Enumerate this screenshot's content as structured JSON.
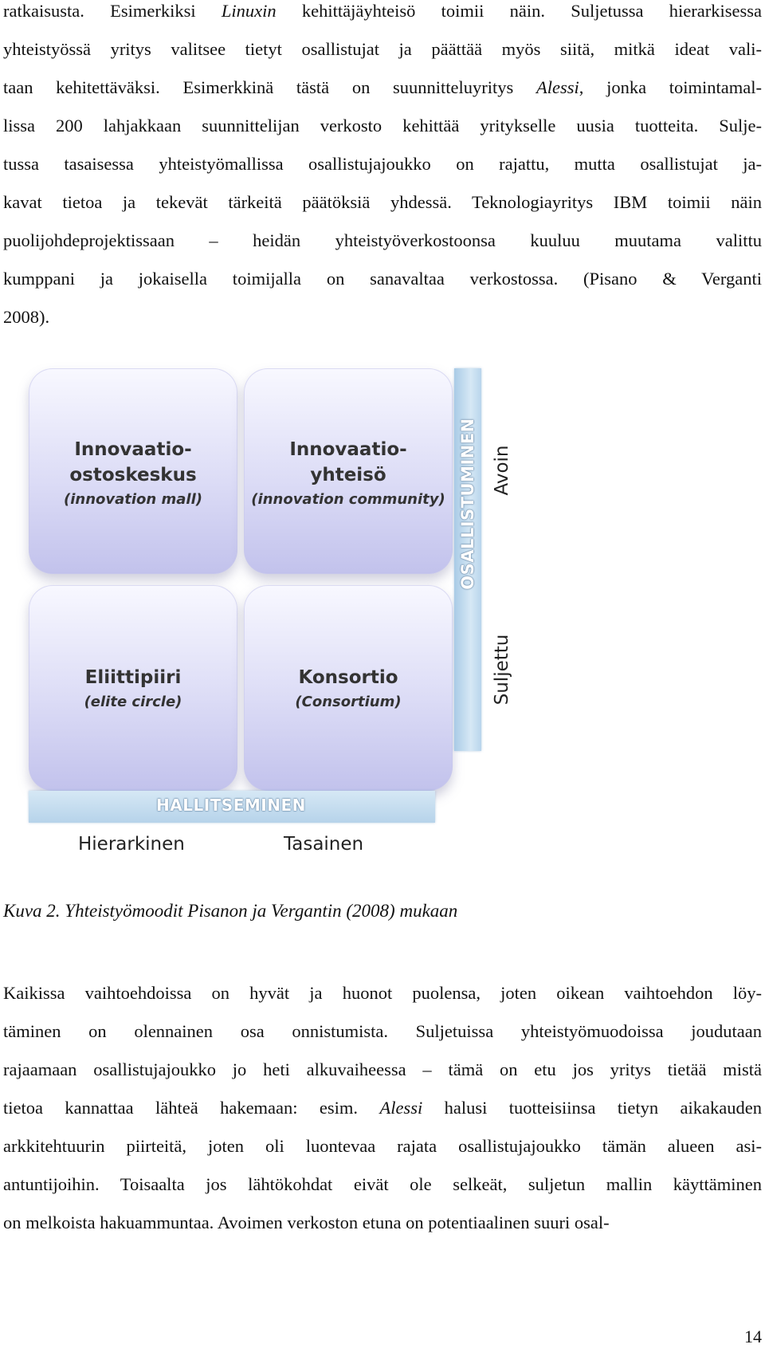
{
  "paragraph1": {
    "lines": [
      [
        "ratkaisusta. Esimerkiksi ",
        {
          "i": "Linuxin"
        },
        " kehittäjäyhteisö toimii näin. Suljetussa hierarkisessa"
      ],
      [
        "yhteistyössä yritys valitsee tietyt osallistujat ja päättää myös siitä, mitkä ideat vali-"
      ],
      [
        "taan kehitettäväksi. Esimerkkinä tästä on suunnitteluyritys ",
        {
          "i": "Alessi"
        },
        ", jonka toimintamal-"
      ],
      [
        "lissa 200 lahjakkaan suunnittelijan verkosto kehittää yritykselle uusia tuotteita. Sulje-"
      ],
      [
        "tussa tasaisessa yhteistyömallissa osallistujajoukko on rajattu, mutta osallistujat ja-"
      ],
      [
        "kavat tietoa ja tekevät tärkeitä päätöksiä yhdessä. Teknologiayritys IBM toimii näin"
      ],
      [
        "puolijohdeprojektissaan – heidän yhteistyöverkostoonsa kuuluu muutama valittu"
      ],
      [
        "kumppani ja jokaisella toimijalla on sanavaltaa verkostossa. (Pisano & Verganti"
      ],
      [
        "2008)."
      ]
    ]
  },
  "diagram": {
    "quadrants": {
      "top_left": {
        "title_1": "Innovaatio-",
        "title_2": "ostoskeskus",
        "subtitle": "(innovation mall)"
      },
      "top_right": {
        "title_1": "Innovaatio-",
        "title_2": "yhteisö",
        "subtitle": "(innovation community)"
      },
      "bottom_left": {
        "title_1": "Eliittipiiri",
        "subtitle": "(elite circle)"
      },
      "bottom_right": {
        "title_1": "Konsortio",
        "subtitle": "(Consortium)"
      }
    },
    "vertical_axis": {
      "label": "OSALLISTUMINEN",
      "top": "Avoin",
      "bottom": "Suljettu"
    },
    "horizontal_axis": {
      "label": "HALLITSEMINEN",
      "left": "Hierarkinen",
      "right": "Tasainen"
    }
  },
  "caption": "Kuva 2. Yhteistyömoodit Pisanon ja Vergantin (2008) mukaan",
  "paragraph2": {
    "lines": [
      [
        "Kaikissa vaihtoehdoissa on hyvät ja huonot puolensa, joten oikean vaihtoehdon löy-"
      ],
      [
        "täminen on olennainen osa onnistumista. Suljetuissa yhteistyömuodoissa joudutaan"
      ],
      [
        "rajaamaan osallistujajoukko jo heti alkuvaiheessa – tämä on etu jos yritys tietää mistä"
      ],
      [
        "tietoa kannattaa lähteä hakemaan: esim. ",
        {
          "i": "Alessi"
        },
        " halusi tuotteisiinsa tietyn aikakauden"
      ],
      [
        "arkkitehtuurin piirteitä, joten oli luontevaa rajata osallistujajoukko tämän alueen asi-"
      ],
      [
        "antuntijoihin. Toisaalta jos lähtökohdat eivät ole selkeät, suljetun mallin käyttäminen"
      ],
      [
        "on melkoista hakuammuntaa. Avoimen verkoston etuna on potentiaalinen suuri osal-"
      ]
    ]
  },
  "page_number": "14"
}
